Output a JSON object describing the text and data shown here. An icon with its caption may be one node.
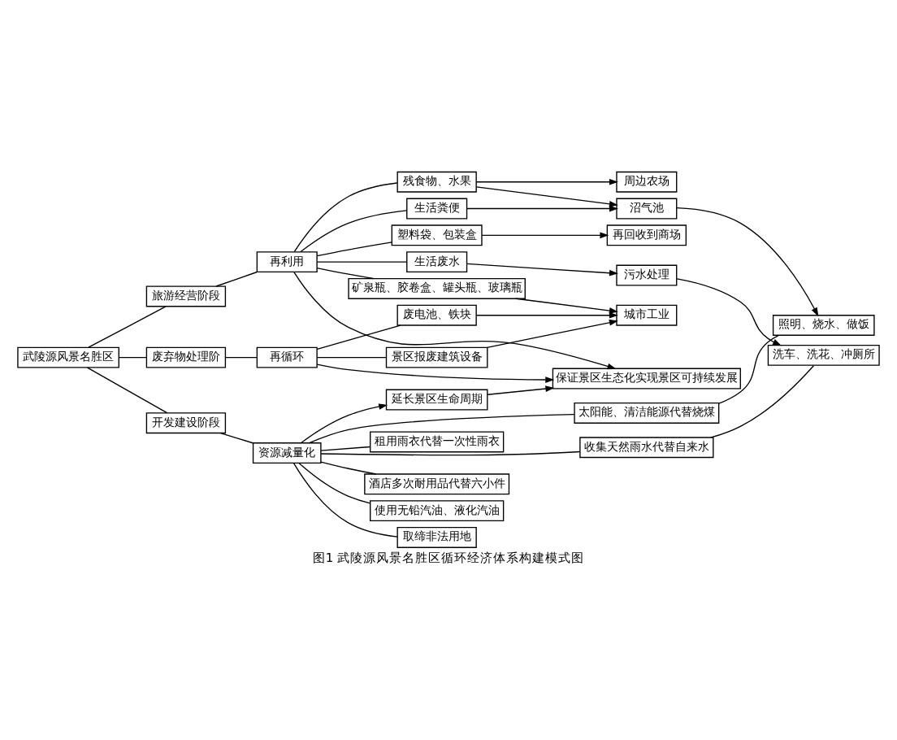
{
  "diagram": {
    "caption": "图1 武陵源风景名胜区循环经济体系构建模式图",
    "nodes": [
      {
        "text": [
          "武陵源风景名胜区"
        ]
      },
      {
        "text": [
          "开发建设阶段"
        ]
      },
      {
        "text": [
          "旅游经营阶段"
        ]
      },
      {
        "text": [
          "废弃物处理阶"
        ]
      },
      {
        "text": [
          "资源减量化"
        ]
      },
      {
        "text": [
          "再利用"
        ]
      },
      {
        "text": [
          "再循环"
        ]
      },
      {
        "text": [
          "太阳能、清洁能源代替烧煤"
        ]
      },
      {
        "text": [
          "收集天然雨水代替自来水"
        ]
      },
      {
        "text": [
          "取缔非法用地"
        ]
      },
      {
        "text": [
          "租用雨衣代替一次性雨衣"
        ]
      },
      {
        "text": [
          "酒店多次耐用品代替六小件"
        ]
      },
      {
        "text": [
          "使用无铅汽油、液化汽油"
        ]
      },
      {
        "text": [
          "照明、烧水、做饭"
        ]
      },
      {
        "text": [
          "洗车、洗花、冲厕所"
        ]
      },
      {
        "text": [
          "延长景区生命周期"
        ]
      },
      {
        "text": [
          "矿泉瓶、胶卷盒、罐头瓶、玻璃瓶"
        ]
      },
      {
        "text": [
          "生活废水"
        ]
      },
      {
        "text": [
          "残食物、水果"
        ]
      },
      {
        "text": [
          "塑料袋、包装盒"
        ]
      },
      {
        "text": [
          "生活粪便"
        ]
      },
      {
        "text": [
          "污水处理"
        ]
      },
      {
        "text": [
          "再回收到商场"
        ]
      },
      {
        "text": [
          "沼气池"
        ]
      },
      {
        "text": [
          "周边农场"
        ]
      },
      {
        "text": [
          "保证景区生态化实现景区可持续发展"
        ]
      },
      {
        "text": [
          "废电池、铁块"
        ]
      },
      {
        "text": [
          "景区报废建筑设备"
        ]
      },
      {
        "text": [
          "城市工业"
        ]
      }
    ],
    "edges": [
      {
        "from": 0,
        "to": 1,
        "arrow": "none"
      },
      {
        "from": 0,
        "to": 2,
        "arrow": "none"
      },
      {
        "from": 0,
        "to": 3,
        "arrow": "none"
      },
      {
        "from": 1,
        "to": 4,
        "arrow": "none"
      },
      {
        "from": 2,
        "to": 5,
        "arrow": "none"
      },
      {
        "from": 3,
        "to": 6,
        "arrow": "none"
      },
      {
        "from": 4,
        "to": 7,
        "arrow": "none"
      },
      {
        "from": 4,
        "to": 8,
        "arrow": "none"
      },
      {
        "from": 4,
        "to": 9,
        "arrow": "none"
      },
      {
        "from": 4,
        "to": 10,
        "arrow": "none"
      },
      {
        "from": 4,
        "to": 11,
        "arrow": "none"
      },
      {
        "from": 4,
        "to": 12,
        "arrow": "none"
      },
      {
        "from": 7,
        "to": 13,
        "arrow": "none"
      },
      {
        "from": 8,
        "to": 14,
        "arrow": "none"
      },
      {
        "from": 4,
        "to": 15,
        "arrow": "to"
      },
      {
        "from": 15,
        "to": 25,
        "arrow": "to"
      },
      {
        "from": 5,
        "to": 16,
        "arrow": "none"
      },
      {
        "from": 5,
        "to": 17,
        "arrow": "none"
      },
      {
        "from": 5,
        "to": 18,
        "arrow": "none"
      },
      {
        "from": 5,
        "to": 19,
        "arrow": "none"
      },
      {
        "from": 5,
        "to": 20,
        "arrow": "none"
      },
      {
        "from": 16,
        "to": 28,
        "arrow": "to"
      },
      {
        "from": 17,
        "to": 21,
        "arrow": "to"
      },
      {
        "from": 21,
        "to": 14,
        "arrow": "to"
      },
      {
        "from": 18,
        "to": 24,
        "arrow": "to"
      },
      {
        "from": 18,
        "to": 23,
        "arrow": "to"
      },
      {
        "from": 19,
        "to": 22,
        "arrow": "to"
      },
      {
        "from": 20,
        "to": 23,
        "arrow": "to"
      },
      {
        "from": 23,
        "to": 13,
        "arrow": "to"
      },
      {
        "from": 5,
        "to": 25,
        "arrow": "to"
      },
      {
        "from": 6,
        "to": 26,
        "arrow": "none"
      },
      {
        "from": 6,
        "to": 27,
        "arrow": "none"
      },
      {
        "from": 26,
        "to": 28,
        "arrow": "to"
      },
      {
        "from": 27,
        "to": 28,
        "arrow": "to"
      },
      {
        "from": 6,
        "to": 25,
        "arrow": "to"
      }
    ]
  }
}
